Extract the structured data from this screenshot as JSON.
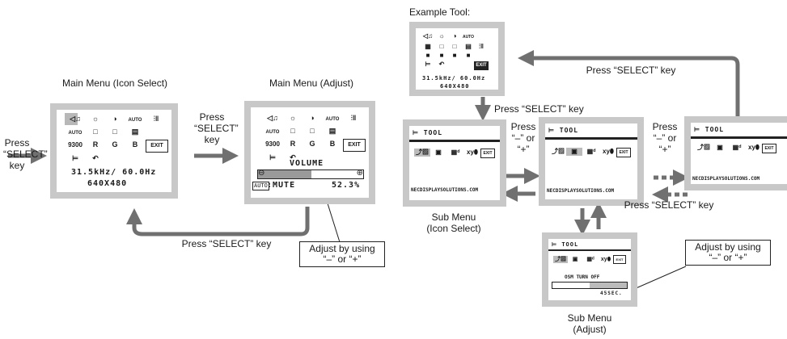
{
  "labels": {
    "press_select_key_left": [
      "Press",
      "“SELECT”",
      "key"
    ],
    "main_menu_icon_select": "Main Menu (Icon Select)",
    "press_select_key_mid": [
      "Press",
      "“SELECT”",
      "key"
    ],
    "main_menu_adjust": "Main Menu (Adjust)",
    "press_select_key_bottom": "Press “SELECT” key",
    "adjust_callout_left": [
      "Adjust by using",
      "“–” or “+”"
    ],
    "example_tool": "Example Tool:",
    "press_select_key_top_right": "Press “SELECT” key",
    "press_select_key_down": "Press “SELECT” key",
    "press_minus_plus_1": [
      "Press",
      "“–” or",
      "“+”"
    ],
    "press_minus_plus_2": [
      "Press",
      "“–” or",
      "“+”"
    ],
    "press_select_key_bottom_right": "Press “SELECT” key",
    "sub_menu_icon_select": [
      "Sub Menu",
      "(Icon Select)"
    ],
    "sub_menu_adjust": [
      "Sub Menu",
      "(Adjust)"
    ],
    "adjust_callout_right": [
      "Adjust by using",
      "“–” or “+”"
    ]
  },
  "osd": {
    "main_icon_select": {
      "row1": [
        "◁♫",
        "☼",
        "◑",
        "AUTO",
        "⫶‖"
      ],
      "row2": [
        "AUTO",
        "□",
        "□",
        "▤",
        ""
      ],
      "row3": [
        "9300",
        "R",
        "G",
        "B",
        "EXIT"
      ],
      "row4": [
        "⊨",
        "↶"
      ],
      "frequency": "31.5kHz/ 60.0Hz",
      "resolution": "640X480"
    },
    "main_adjust": {
      "row1": [
        "◁♫",
        "☼",
        "◑",
        "AUTO",
        "⫶‖"
      ],
      "row2": [
        "AUTO",
        "□",
        "□",
        "▤",
        ""
      ],
      "row3": [
        "9300",
        "R",
        "G",
        "B",
        "EXIT"
      ],
      "row4": [
        "⊨",
        "↶"
      ],
      "volume_label": "VOLUME",
      "auto_badge": "AUTO",
      "mute_text": ":MUTE",
      "volume_value": "52.3%"
    },
    "example_tool": {
      "freq": "31.5kHz/ 60.0Hz",
      "res": "640X480"
    },
    "tool_title": "TOOL",
    "website": "NECDISPLAYSOLUTIONS.COM",
    "sub_adjust": {
      "osm_turn_off": "OSM TURN OFF",
      "value": "45SEC."
    },
    "sub_icons": [
      "⤴▨",
      "▣",
      "▦ᵈ",
      "xy⬮",
      "EXIT"
    ]
  },
  "colors": {
    "arrow": "#707070",
    "screen_frame": "#c8c8c8",
    "text": "#1a1a1a"
  }
}
